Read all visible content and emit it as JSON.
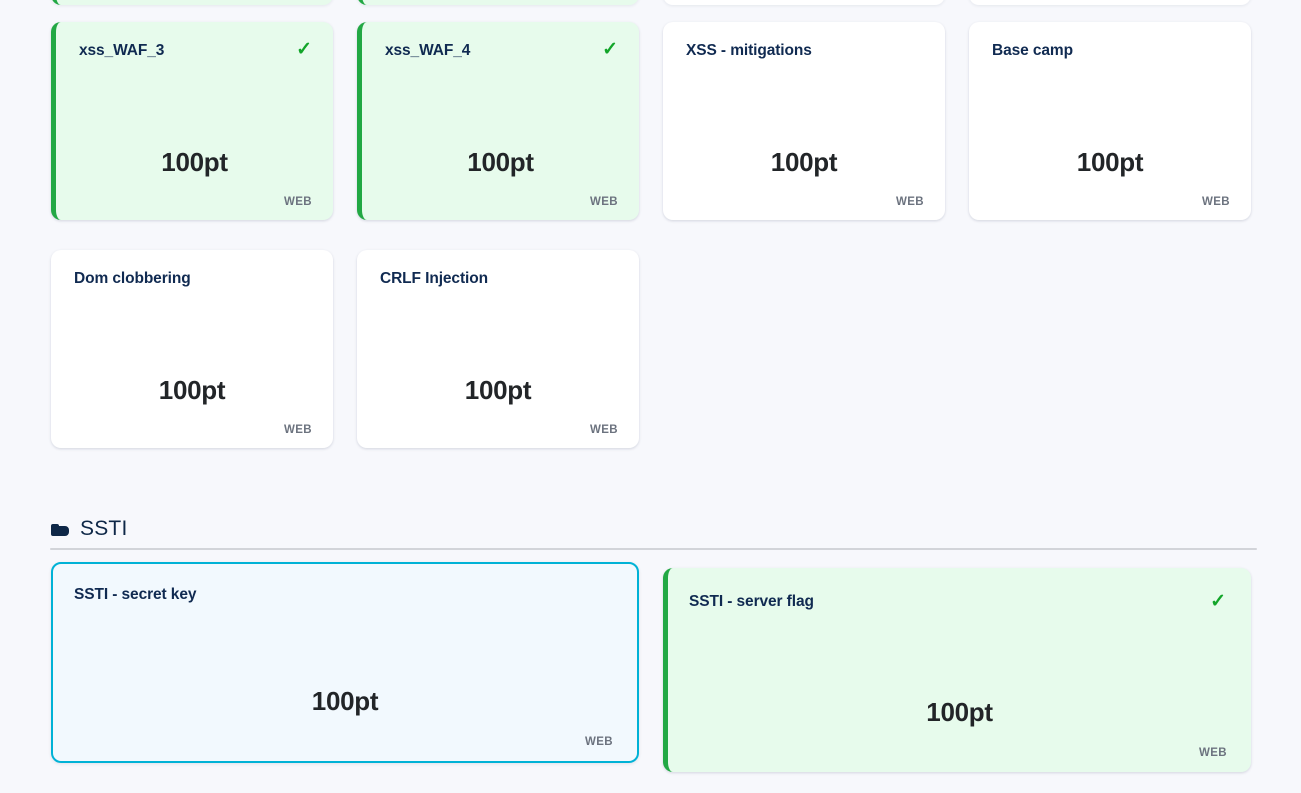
{
  "page": {
    "background_color": "#f7f8fc",
    "solved_color": "#22a844",
    "solved_fill": "#e7fbec",
    "selected_color": "#00b2d6",
    "selected_fill": "#f2f9fe",
    "title_color": "#102a51"
  },
  "peek_row": [
    {
      "solved": true
    },
    {
      "solved": true
    },
    {
      "solved": false
    },
    {
      "solved": false
    }
  ],
  "cards": [
    {
      "title": "xss_WAF_3",
      "points": "100pt",
      "category": "WEB",
      "solved": true,
      "check": "✓",
      "state": "solved"
    },
    {
      "title": "xss_WAF_4",
      "points": "100pt",
      "category": "WEB",
      "solved": true,
      "check": "✓",
      "state": "solved"
    },
    {
      "title": "XSS - mitigations",
      "points": "100pt",
      "category": "WEB",
      "solved": false,
      "check": "",
      "state": "default"
    },
    {
      "title": "Base camp",
      "points": "100pt",
      "category": "WEB",
      "solved": false,
      "check": "",
      "state": "default"
    },
    {
      "title": "Dom clobbering",
      "points": "100pt",
      "category": "WEB",
      "solved": false,
      "check": "",
      "state": "default"
    },
    {
      "title": "CRLF Injection",
      "points": "100pt",
      "category": "WEB",
      "solved": false,
      "check": "",
      "state": "default"
    }
  ],
  "ssti_section": {
    "icon": "folder-icon",
    "title": "SSTI",
    "cards": [
      {
        "title": "SSTI - secret key",
        "points": "100pt",
        "category": "WEB",
        "solved": false,
        "check": "",
        "state": "selected"
      },
      {
        "title": "SSTI - server flag",
        "points": "100pt",
        "category": "WEB",
        "solved": true,
        "check": "✓",
        "state": "solved"
      }
    ]
  }
}
